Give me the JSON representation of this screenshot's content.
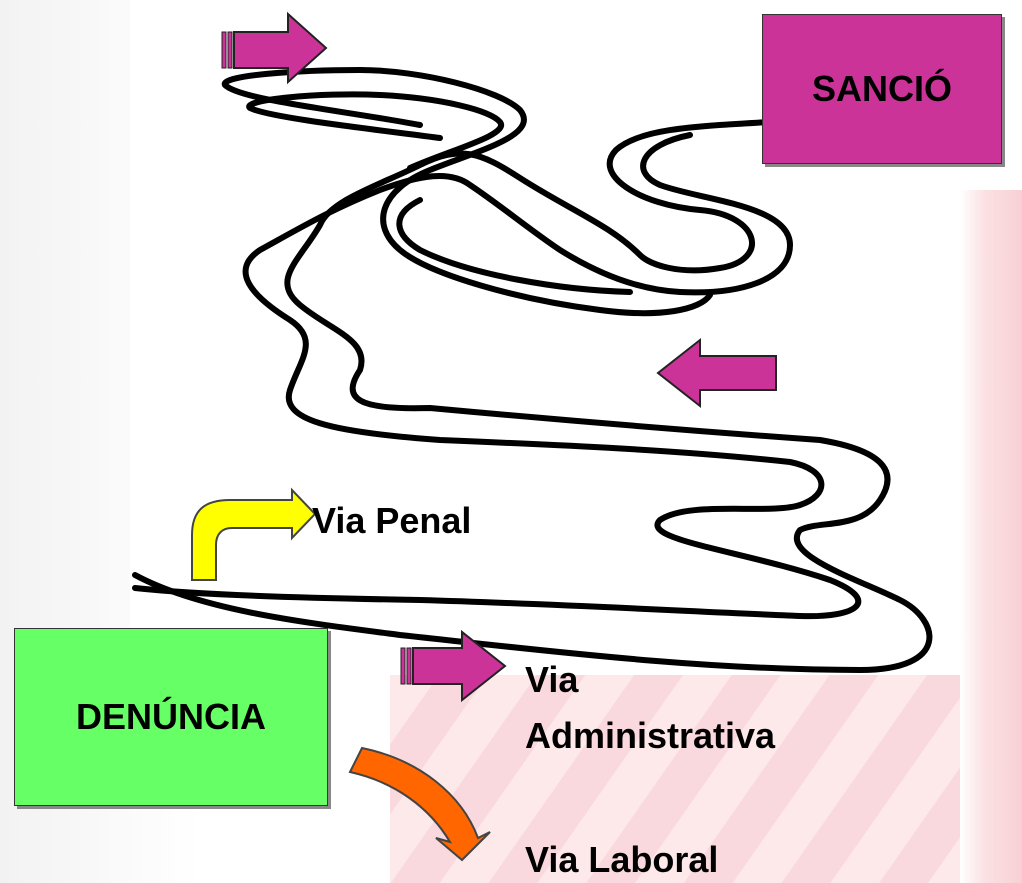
{
  "colors": {
    "magenta": "#cc3399",
    "green": "#66ff66",
    "yellow": "#ffff00",
    "orange": "#ff6600",
    "path_stroke": "#000000"
  },
  "boxes": {
    "sancio": "SANCIÓ",
    "denuncia": "DENÚNCIA"
  },
  "paths": {
    "penal": "Via Penal",
    "administrativa_line1": "Via",
    "administrativa_line2": "Administrativa",
    "laboral": "Via Laboral"
  },
  "icons": {
    "top_arrow": "arrow-right-icon",
    "middle_arrow": "arrow-left-icon",
    "penal_arrow": "bent-arrow-up-right-icon",
    "administrativa_arrow": "arrow-right-icon",
    "laboral_arrow": "curved-arrow-down-icon"
  }
}
